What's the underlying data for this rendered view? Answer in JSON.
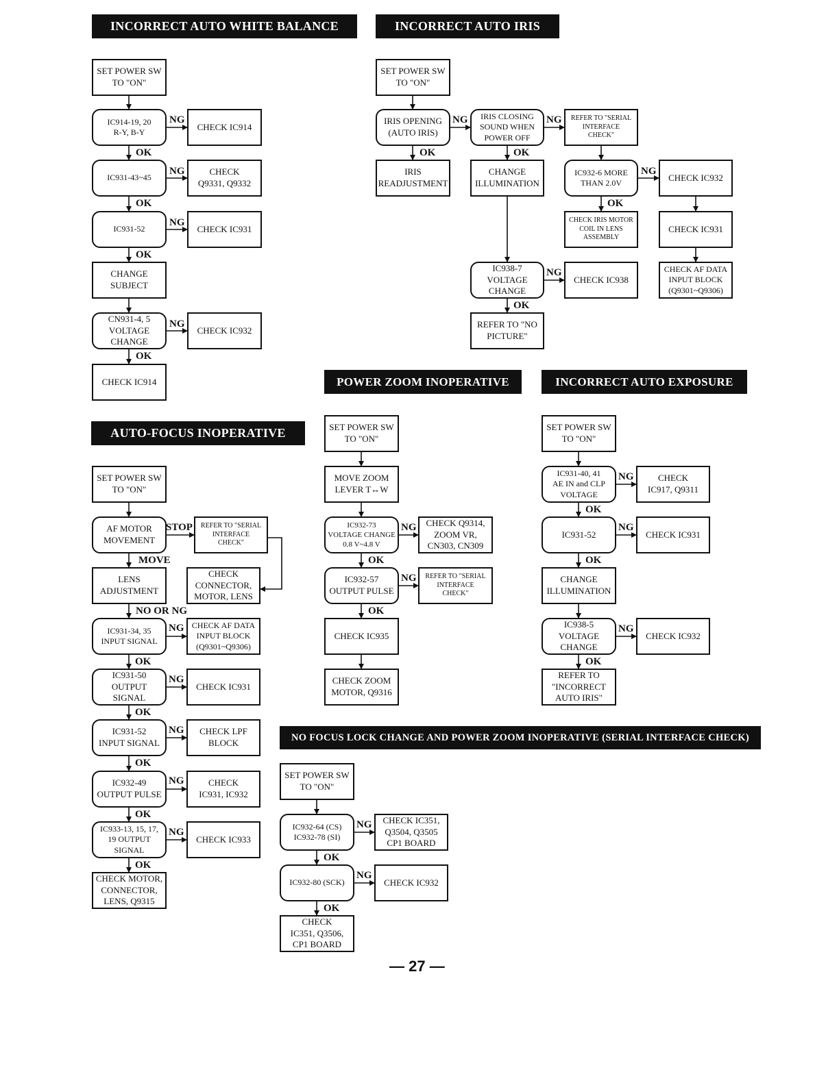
{
  "sections": {
    "awb": {
      "title": "INCORRECT AUTO WHITE BALANCE",
      "set_power": "SET POWER SW\nTO \"ON\"",
      "s1": "IC914-19, 20\nR-Y, B-Y",
      "s1_ng": "CHECK IC914",
      "s2": "IC931-43~45",
      "s2_ng": "CHECK\nQ9331, Q9332",
      "s3": "IC931-52",
      "s3_ng": "CHECK IC931",
      "s4": "CHANGE\nSUBJECT",
      "s5": "CN931-4, 5\nVOLTAGE\nCHANGE",
      "s5_ng": "CHECK IC932",
      "s6": "CHECK IC914"
    },
    "iris": {
      "title": "INCORRECT AUTO IRIS",
      "set_power": "SET POWER SW\nTO \"ON\"",
      "opening": "IRIS OPENING\n(AUTO IRIS)",
      "closing": "IRIS CLOSING\nSOUND WHEN\nPOWER OFF",
      "refer_serial": "REFER TO \"SERIAL\nINTERFACE\nCHECK\"",
      "readjust": "IRIS\nREADJUSTMENT",
      "change_illum": "CHANGE\nILLUMINATION",
      "ic932_6": "IC932-6 MORE\nTHAN 2.0V",
      "check_ic932": "CHECK IC932",
      "check_motor": "CHECK IRIS MOTOR\nCOIL IN LENS\nASSEMBLY",
      "check_ic931": "CHECK IC931",
      "ic938_7": "IC938-7\nVOLTAGE\nCHANGE",
      "check_ic938": "CHECK IC938",
      "check_af_data": "CHECK AF DATA\nINPUT BLOCK\n(Q9301~Q9306)",
      "refer_no_picture": "REFER TO \"NO\nPICTURE\""
    },
    "af": {
      "title": "AUTO-FOCUS INOPERATIVE",
      "set_power": "SET POWER SW\nTO \"ON\"",
      "motor": "AF MOTOR\nMOVEMENT",
      "refer_serial": "REFER TO \"SERIAL\nINTERFACE\nCHECK\"",
      "lens_adj": "LENS\nADJUSTMENT",
      "check_conn": "CHECK\nCONNECTOR,\nMOTOR, LENS",
      "ic931_34": "IC931-34, 35\nINPUT SIGNAL",
      "check_af_data": "CHECK AF DATA\nINPUT BLOCK\n(Q9301~Q9306)",
      "ic931_50": "IC931-50\nOUTPUT\nSIGNAL",
      "check_ic931": "CHECK IC931",
      "ic931_52": "IC931-52\nINPUT SIGNAL",
      "check_lpf": "CHECK LPF\nBLOCK",
      "ic932_49": "IC932-49\nOUTPUT PULSE",
      "check_931_932": "CHECK\nIC931, IC932",
      "ic933": "IC933-13, 15, 17,\n19 OUTPUT\nSIGNAL",
      "check_ic933": "CHECK IC933",
      "check_motor": "CHECK MOTOR,\nCONNECTOR,\nLENS, Q9315"
    },
    "pz": {
      "title": "POWER ZOOM INOPERATIVE",
      "set_power": "SET POWER SW\nTO \"ON\"",
      "move_zoom": "MOVE  ZOOM\nLEVER T↔W",
      "ic932_73": "IC932-73\nVOLTAGE CHANGE\n0.8 V~4.8 V",
      "check_q9314": "CHECK Q9314,\nZOOM VR,\nCN303, CN309",
      "ic932_57": "IC932-57\nOUTPUT PULSE",
      "refer_serial": "REFER TO \"SERIAL\nINTERFACE\nCHECK\"",
      "check_ic935": "CHECK IC935",
      "check_zoom_motor": "CHECK ZOOM\nMOTOR, Q9316"
    },
    "ae": {
      "title": "INCORRECT AUTO EXPOSURE",
      "set_power": "SET POWER SW\nTO \"ON\"",
      "ic931_40": "IC931-40, 41\nAE IN and CLP\nVOLTAGE",
      "check_ic917": "CHECK\nIC917, Q9311",
      "ic931_52": "IC931-52",
      "check_ic931": "CHECK IC931",
      "change_illum": "CHANGE\nILLUMINATION",
      "ic938_5": "IC938-5\nVOLTAGE\nCHANGE",
      "check_ic932": "CHECK IC932",
      "refer_iris": "REFER TO\n\"INCORRECT\nAUTO IRIS\""
    },
    "serial": {
      "title": "NO FOCUS LOCK CHANGE AND POWER ZOOM INOPERATIVE (SERIAL INTERFACE CHECK)",
      "set_power": "SET POWER SW\nTO \"ON\"",
      "ic932_64": "IC932-64 (CS)\nIC932-78 (SI)",
      "check_ic351": "CHECK IC351,\nQ3504, Q3505\nCP1 BOARD",
      "ic932_80": "IC932-80 (SCK)",
      "check_ic932": "CHECK IC932",
      "final": "CHECK\nIC351, Q3506,\nCP1 BOARD"
    }
  },
  "labels": {
    "ng": "NG",
    "ok": "OK",
    "stop": "STOP",
    "move": "MOVE",
    "no_or_ng": "NO OR NG"
  },
  "page_number": "— 27 —"
}
